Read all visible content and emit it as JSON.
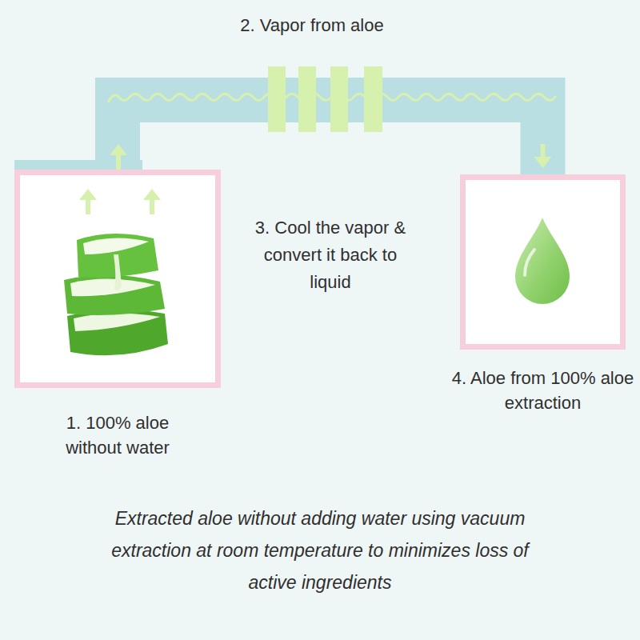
{
  "diagram": {
    "caption": "Extracted aloe without adding water using vacuum extraction at room temperature to minimizes loss of active ingredients",
    "nodes": [
      {
        "text": [
          "1. 100% aloe without water"
        ]
      },
      {
        "text": [
          "4. Aloe from 100% aloe extraction"
        ]
      }
    ],
    "edges": [
      {
        "from": 0,
        "to": 1,
        "arrow": "to",
        "label": "2. Vapor from aloe"
      }
    ],
    "labels": [
      "3. Cool the vapor & convert it back to liquid"
    ]
  }
}
